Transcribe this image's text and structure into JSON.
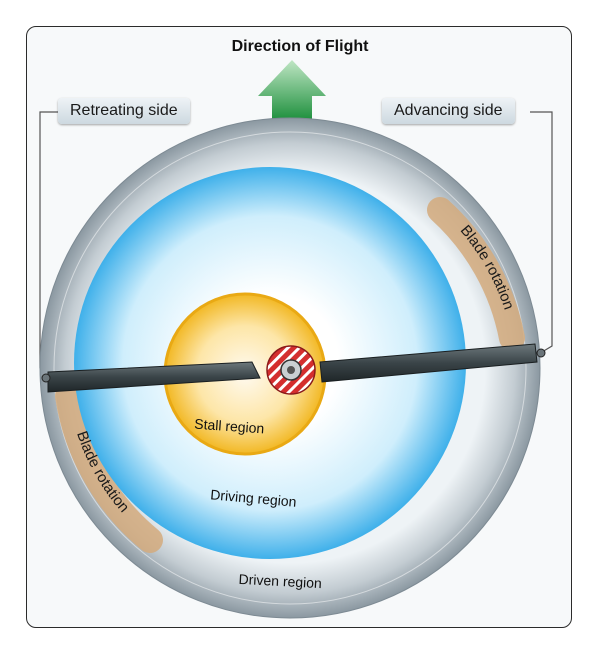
{
  "title": "Direction of Flight",
  "sides": {
    "retreating": "Retreating side",
    "advancing": "Advancing side"
  },
  "regions": {
    "stall": "Stall region",
    "driving": "Driving region",
    "driven": "Driven region"
  },
  "rotation": {
    "right": "Blade rotation",
    "left": "Blade rotation"
  },
  "colors": {
    "arrow": "#1e8a3a",
    "driven": "#9aa7b0",
    "driving": "#48b4ec",
    "stall": "#f4c23a",
    "hub": "#d42e2e",
    "blade": "#3a4448",
    "rotation_band": "#c8a070"
  }
}
